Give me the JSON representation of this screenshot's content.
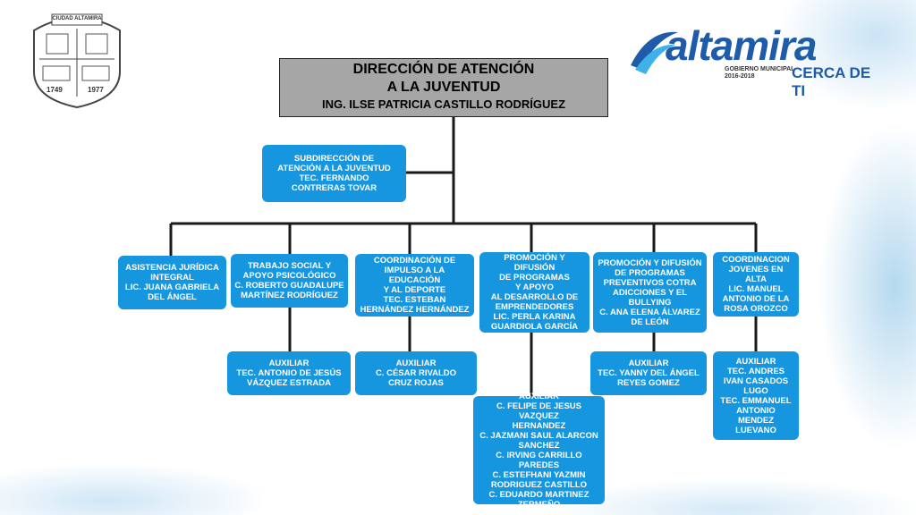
{
  "header": {
    "seal_text": "CIUDAD ALTAMIRA",
    "seal_year_left": "1749",
    "seal_year_right": "1977",
    "logo_word": "altamira",
    "logo_sub_1": "GOBIERNO MUNICIPAL",
    "logo_sub_2": "2016-2018",
    "logo_tagline": "CERCA DE TI"
  },
  "org": {
    "top": {
      "line1": "DIRECCIÓN DE ATENCIÓN",
      "line2": "A LA JUVENTUD",
      "line3": "ING. ILSE PATRICIA CASTILLO RODRÍGUEZ"
    },
    "sub": [
      "SUBDIRECCIÓN DE",
      "ATENCIÓN A LA JUVENTUD",
      "TEC. FERNANDO",
      "CONTRERAS TOVAR"
    ],
    "units": [
      [
        "ASISTENCIA JURÍDICA",
        "INTEGRAL",
        "LIC. JUANA GABRIELA",
        "DEL ÁNGEL"
      ],
      [
        "TRABAJO SOCIAL Y",
        "APOYO PSICOLÓGICO",
        "C. ROBERTO GUADALUPE",
        "MARTÍNEZ RODRÍGUEZ"
      ],
      [
        "COORDINACIÓN DE",
        "IMPULSO A LA EDUCACIÓN",
        "Y AL DEPORTE",
        "TEC. ESTEBAN",
        "HERNÁNDEZ HERNÁNDEZ"
      ],
      [
        "PROMOCIÓN Y DIFUSIÓN",
        "DE PROGRAMAS",
        "Y APOYO",
        "AL DESARROLLO DE",
        "EMPRENDEDORES",
        "LIC. PERLA KARINA",
        "GUARDIOLA GARCÍA"
      ],
      [
        "PROMOCIÓN Y DIFUSIÓN",
        "DE PROGRAMAS",
        "PREVENTIVOS COTRA",
        "ADICCIONES Y EL",
        "BULLYING",
        "C. ANA ELENA ÁLVAREZ",
        "DE LEÓN"
      ],
      [
        "COORDINACION",
        "JOVENES EN",
        "ALTA",
        "LIC. MANUEL",
        "ANTONIO DE LA",
        "ROSA OROZCO"
      ]
    ],
    "auxiliaries": [
      [
        "AUXILIAR",
        "TEC. ANTONIO DE JESÚS",
        "VÁZQUEZ ESTRADA"
      ],
      [
        "AUXILIAR",
        "C. CÉSAR RIVALDO",
        "CRUZ ROJAS"
      ],
      [
        "AUXILIAR",
        "C. FELIPE DE JESUS VAZQUEZ",
        "HERNANDEZ",
        "C. JAZMANI SAUL ALARCON",
        "SANCHEZ",
        "C. IRVING CARRILLO PAREDES",
        "C. ESTEFHANI YAZMIN",
        "RODRIGUEZ CASTILLO",
        "C. EDUARDO MARTINEZ",
        "ZERMEÑO"
      ],
      [
        "AUXILIAR",
        "TEC. YANNY DEL ÁNGEL",
        "REYES GOMEZ"
      ],
      [
        "AUXILIAR",
        "TEC. ANDRES",
        "IVAN CASADOS",
        "LUGO",
        "TEC. EMMANUEL",
        "ANTONIO",
        "MENDEZ",
        "LUEVANO"
      ]
    ]
  },
  "colors": {
    "box": "#1796e0",
    "top_box": "#a6a6a6",
    "line": "#1a1a1a",
    "logo": "#1e5ba8"
  }
}
